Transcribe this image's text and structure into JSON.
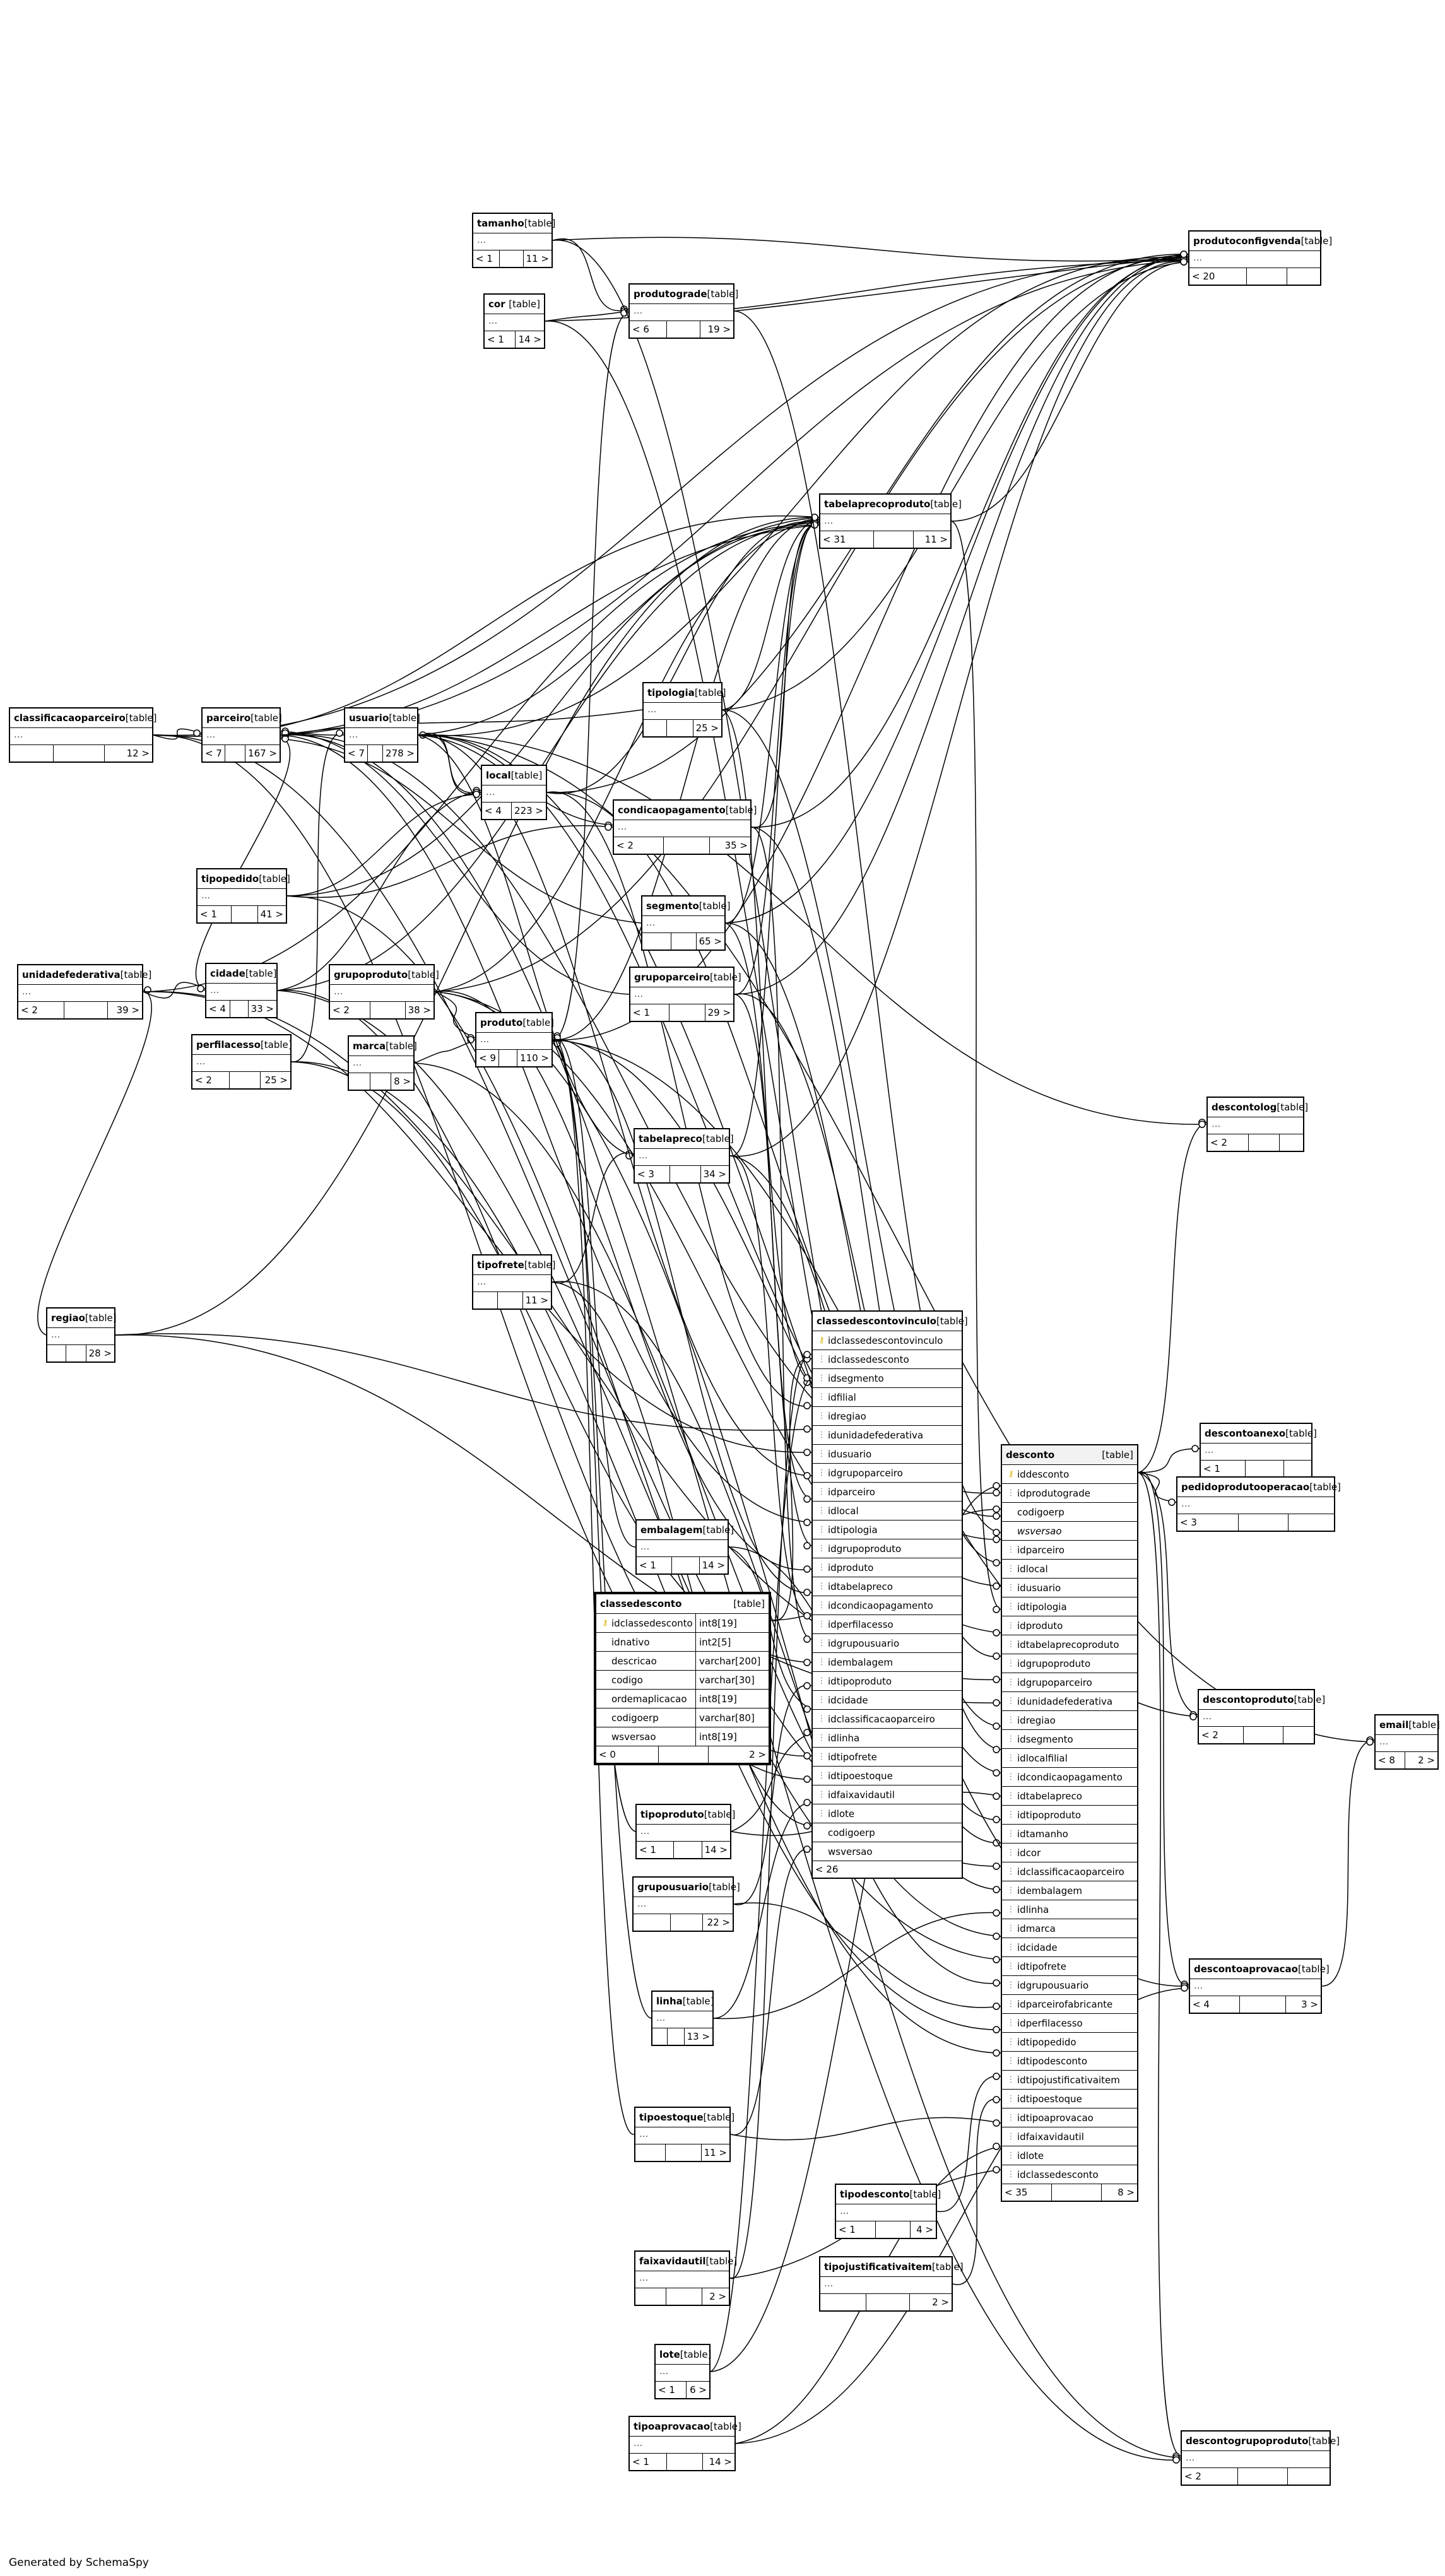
{
  "footer": "Generated by SchemaSpy",
  "tag": "[table]",
  "tables": {
    "produtoconfigvenda": {
      "name": "produtoconfigvenda",
      "dots": "...",
      "left": "< 20",
      "right": ""
    },
    "tamanho": {
      "name": "tamanho",
      "dots": "...",
      "left": "< 1",
      "right": "11 >"
    },
    "cor": {
      "name": "cor",
      "dots": "...",
      "left": "< 1",
      "right": "14 >"
    },
    "produtograde": {
      "name": "produtograde",
      "dots": "...",
      "left": "< 6",
      "right": "19 >"
    },
    "tabelaprecoproduto": {
      "name": "tabelaprecoproduto",
      "dots": "...",
      "left": "< 31",
      "right": "11 >"
    },
    "tipologia": {
      "name": "tipologia",
      "dots": "...",
      "left": "",
      "right": "25 >"
    },
    "classificacaoparceiro": {
      "name": "classificacaoparceiro",
      "dots": "...",
      "left": "",
      "right": "12 >"
    },
    "parceiro": {
      "name": "parceiro",
      "dots": "...",
      "left": "< 7",
      "right": "167 >"
    },
    "usuario": {
      "name": "usuario",
      "dots": "...",
      "left": "< 7",
      "right": "278 >"
    },
    "local": {
      "name": "local",
      "dots": "...",
      "left": "< 4",
      "right": "223 >"
    },
    "condicaopagamento": {
      "name": "condicaopagamento",
      "dots": "...",
      "left": "< 2",
      "right": "35 >"
    },
    "tipopedido": {
      "name": "tipopedido",
      "dots": "...",
      "left": "< 1",
      "right": "41 >"
    },
    "segmento": {
      "name": "segmento",
      "dots": "...",
      "left": "",
      "right": "65 >"
    },
    "unidadefederativa": {
      "name": "unidadefederativa",
      "dots": "...",
      "left": "< 2",
      "right": "39 >"
    },
    "cidade": {
      "name": "cidade",
      "dots": "...",
      "left": "< 4",
      "right": "33 >"
    },
    "grupoproduto": {
      "name": "grupoproduto",
      "dots": "...",
      "left": "< 2",
      "right": "38 >"
    },
    "grupoparceiro": {
      "name": "grupoparceiro",
      "dots": "...",
      "left": "< 1",
      "right": "29 >"
    },
    "perfilacesso": {
      "name": "perfilacesso",
      "dots": "...",
      "left": "< 2",
      "right": "25 >"
    },
    "marca": {
      "name": "marca",
      "dots": "...",
      "left": "",
      "right": "8 >"
    },
    "produto": {
      "name": "produto",
      "dots": "...",
      "left": "< 9",
      "right": "110 >"
    },
    "descontolog": {
      "name": "descontolog",
      "dots": "...",
      "left": "< 2",
      "right": ""
    },
    "tabelapreco": {
      "name": "tabelapreco",
      "dots": "...",
      "left": "< 3",
      "right": "34 >"
    },
    "tipofrete": {
      "name": "tipofrete",
      "dots": "...",
      "left": "",
      "right": "11 >"
    },
    "regiao": {
      "name": "regiao",
      "dots": "...",
      "left": "",
      "right": "28 >"
    },
    "descontoanexo": {
      "name": "descontoanexo",
      "dots": "...",
      "left": "< 1",
      "right": ""
    },
    "pedidoprodutooperacao": {
      "name": "pedidoprodutooperacao",
      "dots": "...",
      "left": "< 3",
      "right": ""
    },
    "embalagem": {
      "name": "embalagem",
      "dots": "...",
      "left": "< 1",
      "right": "14 >"
    },
    "descontoproduto": {
      "name": "descontoproduto",
      "dots": "...",
      "left": "< 2",
      "right": ""
    },
    "email": {
      "name": "email",
      "dots": "...",
      "left": "< 8",
      "right": "2 >"
    },
    "tipoproduto": {
      "name": "tipoproduto",
      "dots": "...",
      "left": "< 1",
      "right": "14 >"
    },
    "grupousuario": {
      "name": "grupousuario",
      "dots": "...",
      "left": "",
      "right": "22 >"
    },
    "linha": {
      "name": "linha",
      "dots": "...",
      "left": "",
      "right": "13 >"
    },
    "descontoaprovacao": {
      "name": "descontoaprovacao",
      "dots": "...",
      "left": "< 4",
      "right": "3 >"
    },
    "tipoestoque": {
      "name": "tipoestoque",
      "dots": "...",
      "left": "",
      "right": "11 >"
    },
    "tipodesconto": {
      "name": "tipodesconto",
      "dots": "...",
      "left": "< 1",
      "right": "4 >"
    },
    "faixavidautil": {
      "name": "faixavidautil",
      "dots": "...",
      "left": "",
      "right": "2 >"
    },
    "tipojustificativaitem": {
      "name": "tipojustificativaitem",
      "dots": "...",
      "left": "",
      "right": "2 >"
    },
    "lote": {
      "name": "lote",
      "dots": "...",
      "left": "< 1",
      "right": "6 >"
    },
    "tipoaprovacao": {
      "name": "tipoaprovacao",
      "dots": "...",
      "left": "< 1",
      "right": "14 >"
    },
    "descontogrupoproduto": {
      "name": "descontogrupoproduto",
      "dots": "...",
      "left": "< 2",
      "right": ""
    },
    "classedesconto": {
      "name": "classedesconto",
      "left": "< 0",
      "right": "2 >"
    },
    "classedescontovinculo": {
      "name": "classedescontovinculo",
      "left": "< 26",
      "right": ""
    },
    "desconto": {
      "name": "desconto",
      "left": "< 35",
      "right": "8 >"
    }
  },
  "classedesconto_columns": [
    {
      "name": "idclassedesconto",
      "type": "int8[19]",
      "mark": "pk"
    },
    {
      "name": "idnativo",
      "type": "int2[5]",
      "mark": ""
    },
    {
      "name": "descricao",
      "type": "varchar[200]",
      "mark": ""
    },
    {
      "name": "codigo",
      "type": "varchar[30]",
      "mark": ""
    },
    {
      "name": "ordemaplicacao",
      "type": "int8[19]",
      "mark": ""
    },
    {
      "name": "codigoerp",
      "type": "varchar[80]",
      "mark": ""
    },
    {
      "name": "wsversao",
      "type": "int8[19]",
      "mark": ""
    }
  ],
  "classedescontovinculo_columns": [
    {
      "name": "idclassedescontovinculo",
      "mark": "pk"
    },
    {
      "name": "idclassedesconto",
      "mark": "fk"
    },
    {
      "name": "idsegmento",
      "mark": "fk"
    },
    {
      "name": "idfilial",
      "mark": "fk"
    },
    {
      "name": "idregiao",
      "mark": "fk"
    },
    {
      "name": "idunidadefederativa",
      "mark": "fk"
    },
    {
      "name": "idusuario",
      "mark": "fk"
    },
    {
      "name": "idgrupoparceiro",
      "mark": "fk"
    },
    {
      "name": "idparceiro",
      "mark": "fk"
    },
    {
      "name": "idlocal",
      "mark": "fk"
    },
    {
      "name": "idtipologia",
      "mark": "fk"
    },
    {
      "name": "idgrupoproduto",
      "mark": "fk"
    },
    {
      "name": "idproduto",
      "mark": "fk"
    },
    {
      "name": "idtabelapreco",
      "mark": "fk"
    },
    {
      "name": "idcondicaopagamento",
      "mark": "fk"
    },
    {
      "name": "idperfilacesso",
      "mark": "fk"
    },
    {
      "name": "idgrupousuario",
      "mark": "fk"
    },
    {
      "name": "idembalagem",
      "mark": "fk"
    },
    {
      "name": "idtipoproduto",
      "mark": "fk"
    },
    {
      "name": "idcidade",
      "mark": "fk"
    },
    {
      "name": "idclassificacaoparceiro",
      "mark": "fk"
    },
    {
      "name": "idlinha",
      "mark": "fk"
    },
    {
      "name": "idtipofrete",
      "mark": "fk"
    },
    {
      "name": "idtipoestoque",
      "mark": "fk"
    },
    {
      "name": "idfaixavidautil",
      "mark": "fk"
    },
    {
      "name": "idlote",
      "mark": "fk"
    },
    {
      "name": "codigoerp",
      "mark": ""
    },
    {
      "name": "wsversao",
      "mark": ""
    }
  ],
  "desconto_columns": [
    {
      "name": "iddesconto",
      "mark": "pk",
      "style": ""
    },
    {
      "name": "idprodutograde",
      "mark": "fk",
      "style": ""
    },
    {
      "name": "codigoerp",
      "mark": "",
      "style": ""
    },
    {
      "name": "wsversao",
      "mark": "",
      "style": "ital"
    },
    {
      "name": "idparceiro",
      "mark": "fk",
      "style": ""
    },
    {
      "name": "idlocal",
      "mark": "fk",
      "style": ""
    },
    {
      "name": "idusuario",
      "mark": "fk",
      "style": ""
    },
    {
      "name": "idtipologia",
      "mark": "fk",
      "style": ""
    },
    {
      "name": "idproduto",
      "mark": "fk",
      "style": ""
    },
    {
      "name": "idtabelaprecoproduto",
      "mark": "fk",
      "style": ""
    },
    {
      "name": "idgrupoproduto",
      "mark": "fk",
      "style": ""
    },
    {
      "name": "idgrupoparceiro",
      "mark": "fk",
      "style": ""
    },
    {
      "name": "idunidadefederativa",
      "mark": "fk",
      "style": ""
    },
    {
      "name": "idregiao",
      "mark": "fk",
      "style": ""
    },
    {
      "name": "idsegmento",
      "mark": "fk",
      "style": ""
    },
    {
      "name": "idlocalfilial",
      "mark": "fk",
      "style": ""
    },
    {
      "name": "idcondicaopagamento",
      "mark": "fk",
      "style": ""
    },
    {
      "name": "idtabelapreco",
      "mark": "fk",
      "style": ""
    },
    {
      "name": "idtipoproduto",
      "mark": "fk",
      "style": ""
    },
    {
      "name": "idtamanho",
      "mark": "fk",
      "style": ""
    },
    {
      "name": "idcor",
      "mark": "fk",
      "style": ""
    },
    {
      "name": "idclassificacaoparceiro",
      "mark": "fk",
      "style": ""
    },
    {
      "name": "idembalagem",
      "mark": "fk",
      "style": ""
    },
    {
      "name": "idlinha",
      "mark": "fk",
      "style": ""
    },
    {
      "name": "idmarca",
      "mark": "fk",
      "style": ""
    },
    {
      "name": "idcidade",
      "mark": "fk",
      "style": ""
    },
    {
      "name": "idtipofrete",
      "mark": "fk",
      "style": ""
    },
    {
      "name": "idgrupousuario",
      "mark": "fk",
      "style": ""
    },
    {
      "name": "idparceirofabricante",
      "mark": "fk",
      "style": ""
    },
    {
      "name": "idperfilacesso",
      "mark": "fk",
      "style": ""
    },
    {
      "name": "idtipopedido",
      "mark": "fk",
      "style": ""
    },
    {
      "name": "idtipodesconto",
      "mark": "fk",
      "style": ""
    },
    {
      "name": "idtipojustificativaitem",
      "mark": "fk",
      "style": ""
    },
    {
      "name": "idtipoestoque",
      "mark": "fk",
      "style": ""
    },
    {
      "name": "idtipoaprovacao",
      "mark": "fk",
      "style": ""
    },
    {
      "name": "idfaixavidautil",
      "mark": "fk",
      "style": ""
    },
    {
      "name": "idlote",
      "mark": "fk",
      "style": ""
    },
    {
      "name": "idclassedesconto",
      "mark": "fk",
      "style": ""
    }
  ],
  "relations": [
    [
      "produtograde",
      "produtoconfigvenda"
    ],
    [
      "tamanho",
      "produtoconfigvenda"
    ],
    [
      "cor",
      "produtoconfigvenda"
    ],
    [
      "tabelaprecoproduto",
      "produtoconfigvenda"
    ],
    [
      "local",
      "produtoconfigvenda"
    ],
    [
      "produto",
      "produtoconfigvenda"
    ],
    [
      "usuario",
      "produtoconfigvenda"
    ],
    [
      "parceiro",
      "produtoconfigvenda"
    ],
    [
      "tipologia",
      "produtoconfigvenda"
    ],
    [
      "segmento",
      "produtoconfigvenda"
    ],
    [
      "grupoparceiro",
      "produtoconfigvenda"
    ],
    [
      "condicaopagamento",
      "produtoconfigvenda"
    ],
    [
      "classificacaoparceiro",
      "produtoconfigvenda"
    ],
    [
      "tabelapreco",
      "produtoconfigvenda"
    ],
    [
      "grupoproduto",
      "produtoconfigvenda"
    ],
    [
      "tamanho",
      "produtograde"
    ],
    [
      "cor",
      "produtograde"
    ],
    [
      "produto",
      "produtograde"
    ],
    [
      "produto",
      "tabelaprecoproduto"
    ],
    [
      "tabelapreco",
      "tabelaprecoproduto"
    ],
    [
      "local",
      "tabelaprecoproduto"
    ],
    [
      "parceiro",
      "tabelaprecoproduto"
    ],
    [
      "usuario",
      "tabelaprecoproduto"
    ],
    [
      "tipologia",
      "tabelaprecoproduto"
    ],
    [
      "segmento",
      "tabelaprecoproduto"
    ],
    [
      "grupoparceiro",
      "tabelaprecoproduto"
    ],
    [
      "condicaopagamento",
      "tabelaprecoproduto"
    ],
    [
      "classificacaoparceiro",
      "tabelaprecoproduto"
    ],
    [
      "grupoproduto",
      "tabelaprecoproduto"
    ],
    [
      "cidade",
      "tabelaprecoproduto"
    ],
    [
      "unidadefederativa",
      "tabelaprecoproduto"
    ],
    [
      "tipopedido",
      "tabelaprecoproduto"
    ],
    [
      "regiao",
      "tabelaprecoproduto"
    ],
    [
      "classificacaoparceiro",
      "parceiro"
    ],
    [
      "tipologia",
      "parceiro"
    ],
    [
      "cidade",
      "parceiro"
    ],
    [
      "segmento",
      "parceiro"
    ],
    [
      "grupoparceiro",
      "parceiro"
    ],
    [
      "usuario",
      "parceiro"
    ],
    [
      "perfilacesso",
      "usuario"
    ],
    [
      "local",
      "usuario"
    ],
    [
      "unidadefederativa",
      "cidade"
    ],
    [
      "regiao",
      "unidadefederativa"
    ],
    [
      "cidade",
      "local"
    ],
    [
      "usuario",
      "local"
    ],
    [
      "tipopedido",
      "local"
    ],
    [
      "usuario",
      "condicaopagamento"
    ],
    [
      "tipopedido",
      "condicaopagamento"
    ],
    [
      "grupoproduto",
      "produto"
    ],
    [
      "marca",
      "produto"
    ],
    [
      "tipoproduto",
      "produto"
    ],
    [
      "linha",
      "produto"
    ],
    [
      "embalagem",
      "produto"
    ],
    [
      "tipoestoque",
      "produto"
    ],
    [
      "tipofrete",
      "tabelapreco"
    ],
    [
      "usuario",
      "tabelapreco"
    ],
    [
      "parceiro",
      "desconto"
    ],
    [
      "local",
      "desconto"
    ],
    [
      "usuario",
      "desconto"
    ],
    [
      "tipologia",
      "desconto"
    ],
    [
      "produto",
      "desconto"
    ],
    [
      "tabelaprecoproduto",
      "desconto"
    ],
    [
      "grupoproduto",
      "desconto"
    ],
    [
      "grupoparceiro",
      "desconto"
    ],
    [
      "unidadefederativa",
      "desconto"
    ],
    [
      "regiao",
      "desconto"
    ],
    [
      "segmento",
      "desconto"
    ],
    [
      "condicaopagamento",
      "desconto"
    ],
    [
      "tabelapreco",
      "desconto"
    ],
    [
      "tipoproduto",
      "desconto"
    ],
    [
      "tamanho",
      "desconto"
    ],
    [
      "cor",
      "desconto"
    ],
    [
      "classificacaoparceiro",
      "desconto"
    ],
    [
      "embalagem",
      "desconto"
    ],
    [
      "linha",
      "desconto"
    ],
    [
      "marca",
      "desconto"
    ],
    [
      "cidade",
      "desconto"
    ],
    [
      "tipofrete",
      "desconto"
    ],
    [
      "grupousuario",
      "desconto"
    ],
    [
      "perfilacesso",
      "desconto"
    ],
    [
      "tipopedido",
      "desconto"
    ],
    [
      "tipodesconto",
      "desconto"
    ],
    [
      "tipojustificativaitem",
      "desconto"
    ],
    [
      "tipoestoque",
      "desconto"
    ],
    [
      "tipoaprovacao",
      "desconto"
    ],
    [
      "faixavidautil",
      "desconto"
    ],
    [
      "lote",
      "desconto"
    ],
    [
      "classedesconto",
      "desconto"
    ],
    [
      "produtograde",
      "desconto"
    ],
    [
      "classedesconto",
      "classedescontovinculo"
    ],
    [
      "segmento",
      "classedescontovinculo"
    ],
    [
      "local",
      "classedescontovinculo"
    ],
    [
      "regiao",
      "classedescontovinculo"
    ],
    [
      "unidadefederativa",
      "classedescontovinculo"
    ],
    [
      "usuario",
      "classedescontovinculo"
    ],
    [
      "grupoparceiro",
      "classedescontovinculo"
    ],
    [
      "parceiro",
      "classedescontovinculo"
    ],
    [
      "tipologia",
      "classedescontovinculo"
    ],
    [
      "grupoproduto",
      "classedescontovinculo"
    ],
    [
      "produto",
      "classedescontovinculo"
    ],
    [
      "tabelapreco",
      "classedescontovinculo"
    ],
    [
      "condicaopagamento",
      "classedescontovinculo"
    ],
    [
      "perfilacesso",
      "classedescontovinculo"
    ],
    [
      "grupousuario",
      "classedescontovinculo"
    ],
    [
      "embalagem",
      "classedescontovinculo"
    ],
    [
      "tipoproduto",
      "classedescontovinculo"
    ],
    [
      "cidade",
      "classedescontovinculo"
    ],
    [
      "classificacaoparceiro",
      "classedescontovinculo"
    ],
    [
      "linha",
      "classedescontovinculo"
    ],
    [
      "tipofrete",
      "classedescontovinculo"
    ],
    [
      "tipoestoque",
      "classedescontovinculo"
    ],
    [
      "faixavidautil",
      "classedescontovinculo"
    ],
    [
      "lote",
      "classedescontovinculo"
    ],
    [
      "desconto",
      "descontolog"
    ],
    [
      "usuario",
      "descontolog"
    ],
    [
      "desconto",
      "descontoanexo"
    ],
    [
      "desconto",
      "pedidoprodutooperacao"
    ],
    [
      "desconto",
      "descontoproduto"
    ],
    [
      "produto",
      "descontoproduto"
    ],
    [
      "desconto",
      "descontoaprovacao"
    ],
    [
      "usuario",
      "descontoaprovacao"
    ],
    [
      "tipoaprovacao",
      "descontoaprovacao"
    ],
    [
      "descontoaprovacao",
      "email"
    ],
    [
      "usuario",
      "email"
    ],
    [
      "desconto",
      "descontogrupoproduto"
    ],
    [
      "grupoproduto",
      "descontogrupoproduto"
    ],
    [
      "parceiro",
      "descontogrupoproduto"
    ]
  ]
}
